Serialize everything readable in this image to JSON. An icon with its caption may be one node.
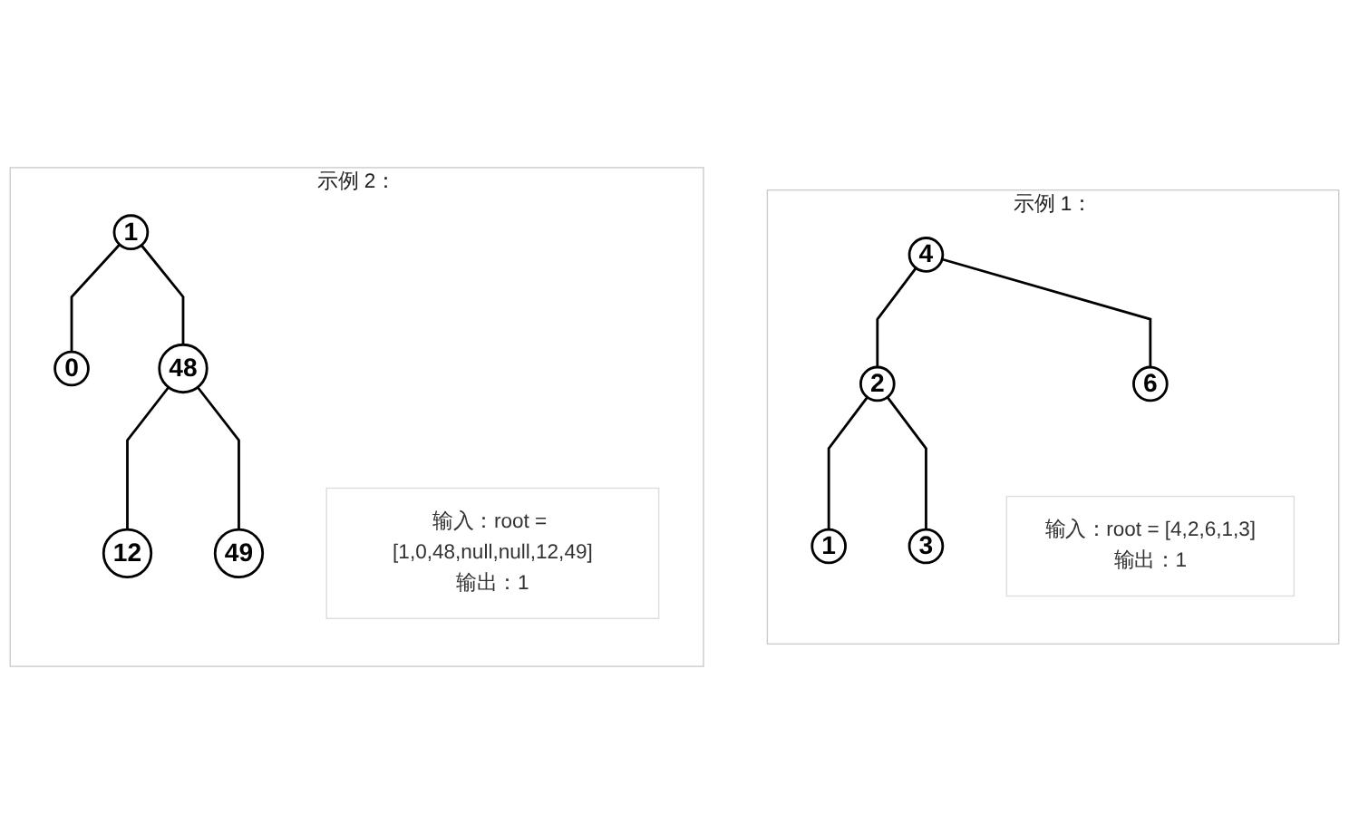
{
  "diagram": {
    "nodes": [
      {
        "text": [
          "示例 1："
        ]
      },
      {
        "text": [
          "4"
        ],
        "in": 0
      },
      {
        "text": [
          "2"
        ],
        "in": 0
      },
      {
        "text": [
          "6"
        ],
        "in": 0
      },
      {
        "text": [
          "1"
        ],
        "in": 0
      },
      {
        "text": [
          "3"
        ],
        "in": 0
      },
      {
        "text": [
          "输入：root = [4,2,6,1,3]",
          "输出：1"
        ],
        "in": 0
      },
      {
        "text": [
          "示例 2："
        ]
      },
      {
        "text": [
          "1"
        ],
        "in": 7
      },
      {
        "text": [
          "0"
        ],
        "in": 7
      },
      {
        "text": [
          "48"
        ],
        "in": 7
      },
      {
        "text": [
          "12"
        ],
        "in": 7
      },
      {
        "text": [
          "49"
        ],
        "in": 7
      },
      {
        "text": [
          "输入：root = [1,0,48,null,null,12,49]",
          "输出：1"
        ],
        "in": 7
      }
    ],
    "edges": [
      {
        "from": 1,
        "to": 2,
        "arrow": "none"
      },
      {
        "from": 1,
        "to": 3,
        "arrow": "none"
      },
      {
        "from": 2,
        "to": 4,
        "arrow": "none"
      },
      {
        "from": 2,
        "to": 5,
        "arrow": "none"
      },
      {
        "from": 8,
        "to": 9,
        "arrow": "none"
      },
      {
        "from": 8,
        "to": 10,
        "arrow": "none"
      },
      {
        "from": 10,
        "to": 11,
        "arrow": "none"
      },
      {
        "from": 10,
        "to": 12,
        "arrow": "none"
      }
    ]
  }
}
